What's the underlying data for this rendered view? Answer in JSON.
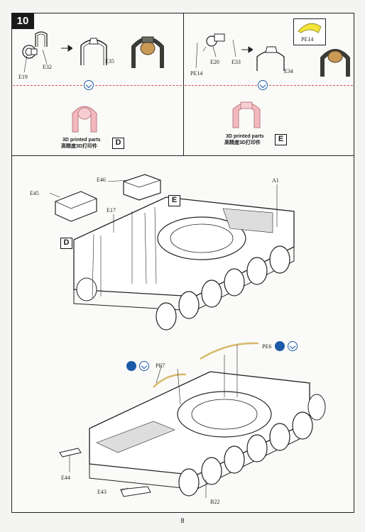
{
  "step": {
    "number": "10"
  },
  "panel_d": {
    "parts": [
      "E19",
      "E32",
      "E35"
    ],
    "caption_en": "3D printed parts",
    "caption_cn": "高精度3D打印件",
    "badge": "D"
  },
  "panel_e": {
    "parts": [
      "PE14",
      "E20",
      "E33",
      "E34"
    ],
    "tag_label": "PE14",
    "caption_en": "3D printed parts",
    "caption_cn": "高精度3D打印件",
    "badge": "E"
  },
  "main_upper": {
    "parts": [
      "E46",
      "E45",
      "E17",
      "A1"
    ],
    "badge_d": "D",
    "badge_e": "E"
  },
  "main_lower": {
    "parts": [
      "PE7",
      "PE6",
      "E44",
      "E43",
      "B22"
    ]
  },
  "page_number": "8",
  "colors": {
    "frame": "#222222",
    "guide": "#d9534f",
    "rotate_icon": "#1d5aa8",
    "resin": "#f3b8bd",
    "brass": "#d8b86a",
    "tag": "#f5e43a"
  }
}
